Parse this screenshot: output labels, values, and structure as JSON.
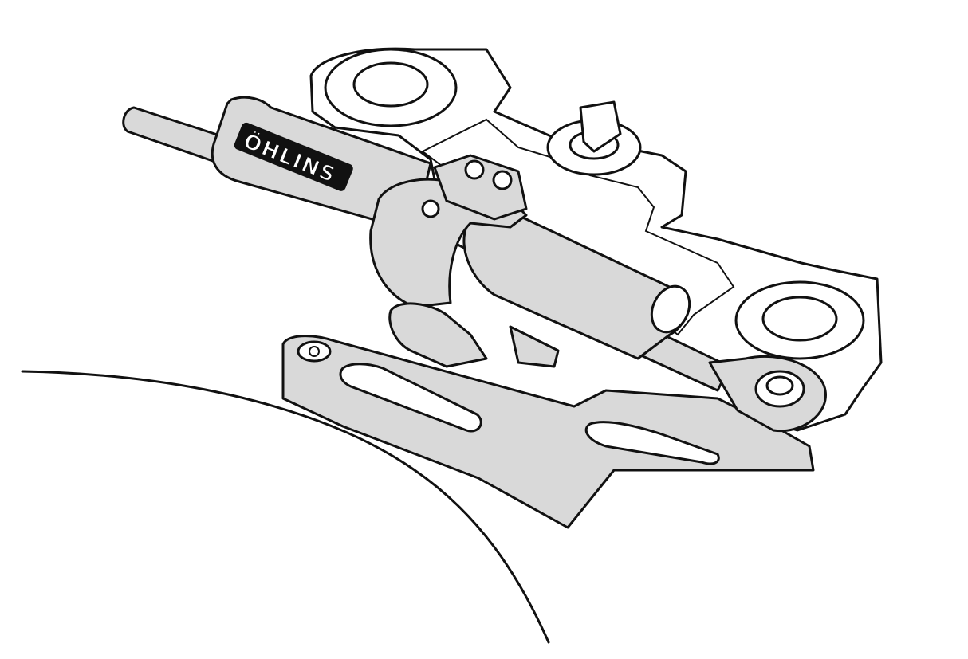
{
  "diagram": {
    "subject": "Steering damper mounted on motorcycle top triple clamp",
    "brand_label": "ÖHLINS",
    "colors": {
      "line": "#111111",
      "fill_part": "#d9d9d9",
      "background": "#ffffff"
    },
    "parts": [
      {
        "name": "top-triple-clamp",
        "fill": "white"
      },
      {
        "name": "ignition-key",
        "fill": "white"
      },
      {
        "name": "steering-damper-body",
        "fill": "gray"
      },
      {
        "name": "damper-piston-rod",
        "fill": "gray"
      },
      {
        "name": "mounting-clamp",
        "fill": "gray"
      },
      {
        "name": "mounting-bracket",
        "fill": "gray"
      },
      {
        "name": "rod-end-eye",
        "fill": "gray"
      },
      {
        "name": "fuel-tank-outline",
        "fill": "none"
      }
    ]
  }
}
